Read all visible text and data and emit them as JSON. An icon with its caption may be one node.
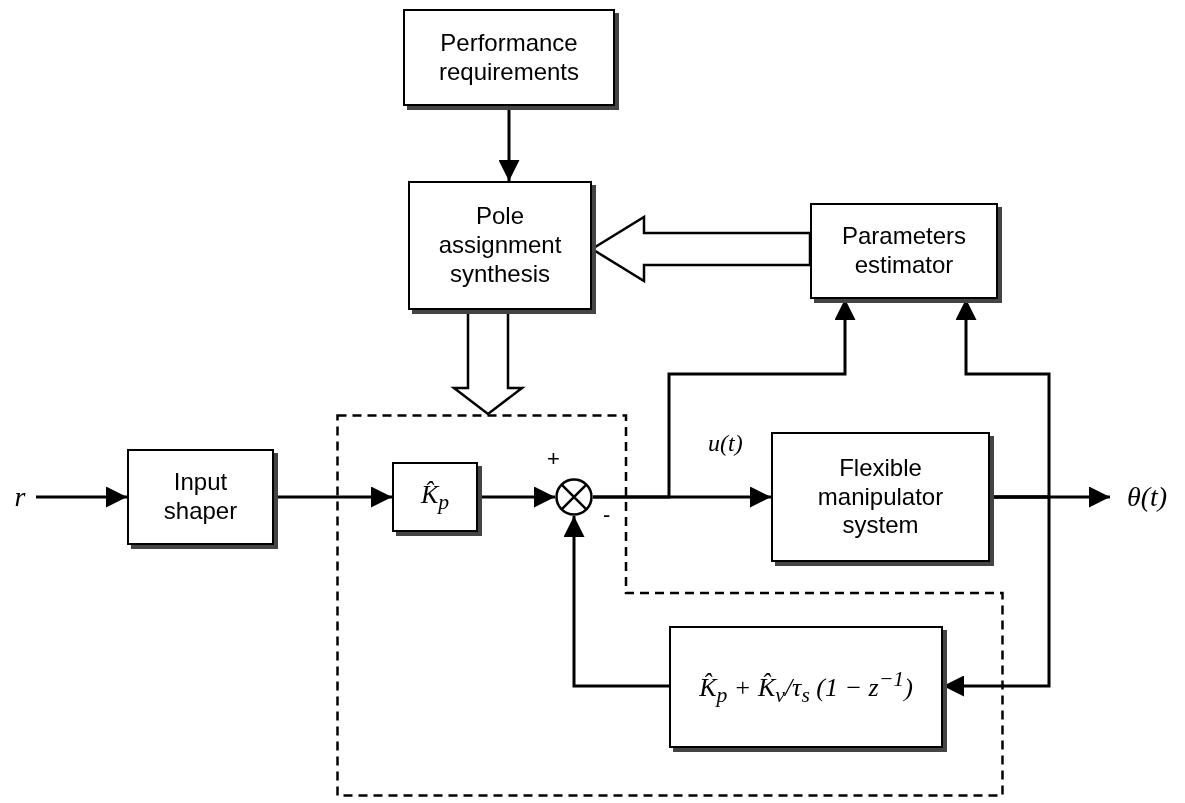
{
  "diagram": {
    "nodes": [
      {
        "text": [
          "Performance requirements"
        ]
      },
      {
        "text": [
          "Pole assignment synthesis"
        ]
      },
      {
        "text": [
          "Parameters estimator"
        ]
      },
      {
        "text": [
          "r"
        ]
      },
      {
        "text": [
          "Input shaper"
        ]
      },
      {
        "text": [],
        "shape": "box"
      },
      {
        "text": [
          "K̂$_{p}$"
        ],
        "in": 5
      },
      {
        "text": [],
        "shape": "circle",
        "in": 5,
        "beside": [
          "+",
          "-"
        ]
      },
      {
        "text": [
          "Flexible manipulator system"
        ]
      },
      {
        "text": [
          "θ(t)"
        ]
      },
      {
        "text": [
          "K̂$_{p}$ + K̂$_{v}$/τ$_{s}$ (1 − z$^{−1}$)"
        ],
        "in": 5
      }
    ],
    "edges": [
      {
        "from": 0,
        "to": 1,
        "arrow": "to"
      },
      {
        "from": 2,
        "to": 1,
        "arrow": "to",
        "style": "thick"
      },
      {
        "from": 1,
        "to": 5,
        "arrow": "to",
        "style": "thick"
      },
      {
        "from": 3,
        "to": 4,
        "arrow": "to"
      },
      {
        "from": 4,
        "to": 6,
        "arrow": "to"
      },
      {
        "from": 6,
        "to": 7,
        "arrow": "to"
      },
      {
        "from": 7,
        "to": 8,
        "arrow": "to",
        "label": "u(t)"
      },
      {
        "from": 7,
        "to": 2,
        "arrow": "to"
      },
      {
        "from": 8,
        "to": 9,
        "arrow": "to"
      },
      {
        "from": 8,
        "to": 2,
        "arrow": "to"
      },
      {
        "from": 8,
        "to": 10,
        "arrow": "to"
      },
      {
        "from": 10,
        "to": 7,
        "arrow": "to"
      }
    ]
  }
}
